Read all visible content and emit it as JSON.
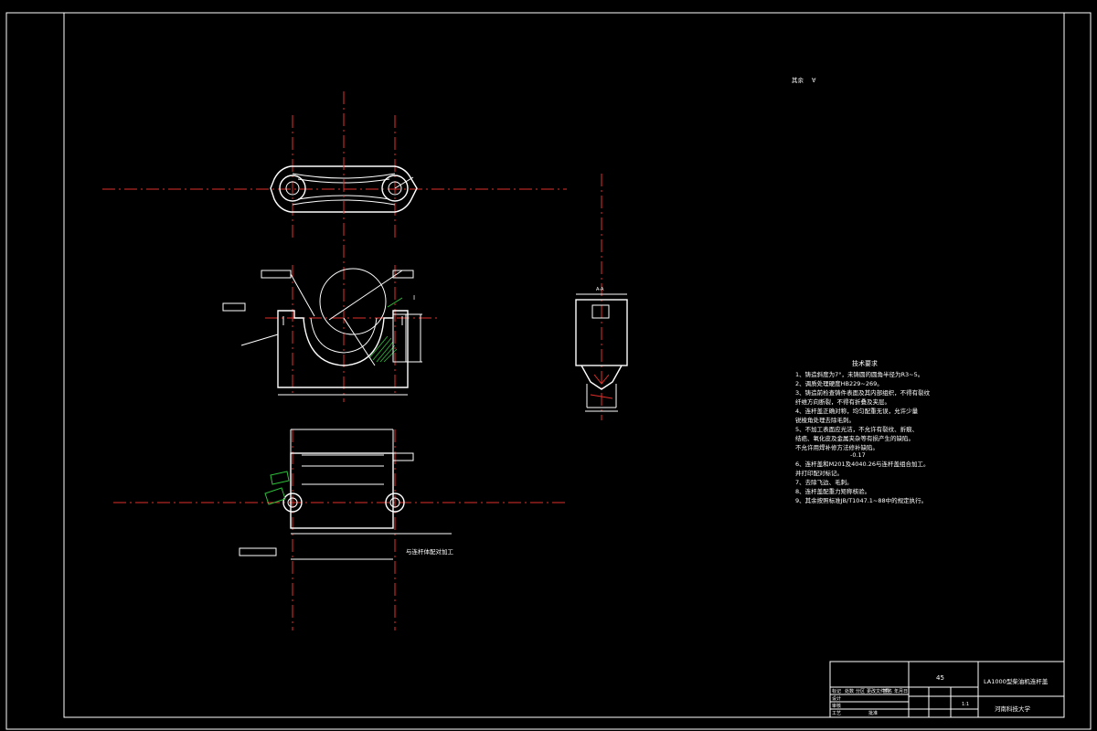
{
  "roughness_note": "其余",
  "technical_requirements": {
    "heading": "技术要求",
    "items": [
      "1、铸造斜度为7°，未铸圆的圆角半径为R3~5。",
      "2、调质处理硬度HB229~269。",
      "3、铸造前检查铸件表面及其内部组织，不得有裂纹",
      "  纤维方向断裂，不得有折叠及夹层。",
      "4、连杆盖正确对称，均匀配重无误，允许少量",
      "  锐棱角处理去除毛刺。",
      "5、不加工表面应光洁，不允许有裂纹、折痕、",
      "  结疤、氧化皮及金属夹杂等有损产生的缺陷。",
      "  不允许用焊补修方法修补缺陷。",
      "6、连杆盖和M201及4040.26与连杆盖组合加工。",
      "  并打印配对标记。",
      "7、去除飞边、毛刺。",
      "8、连杆盖配重力矩称核验。",
      "9、其余按照标准JB/T1047.1~88中的规定执行。"
    ]
  },
  "annotations": {
    "section_label": "A-A",
    "detail_label": "I",
    "assembly_note": "与连杆体配对加工",
    "tolerance": "-0.17"
  },
  "title_block": {
    "drawing_title": "LA1000型柴油机连杆盖",
    "material": "45",
    "institution": "河南科技大学",
    "scale": "1:1",
    "rows": [
      "标记",
      "处数",
      "分区",
      "更改文件号",
      "签名",
      "年月日"
    ],
    "roles": [
      "设计",
      "审核",
      "工艺",
      "批准"
    ]
  }
}
